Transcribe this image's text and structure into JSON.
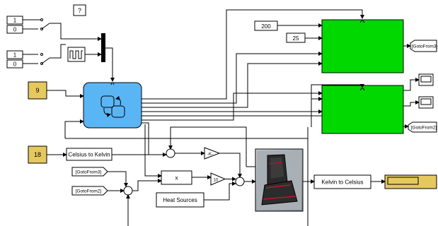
{
  "help_label": "?",
  "constants": {
    "switch1_top": "1",
    "switch1_bottom": "0",
    "switch2_top": "1",
    "switch2_bottom": "0",
    "nine": "9",
    "eighteen": "18",
    "two_hundred": "200",
    "twenty_five": "25"
  },
  "blocks": {
    "celsius_to_kelvin": "Celsius to Kelvin",
    "kelvin_to_celsius": "Kelvin to Celsius",
    "heat_sources": "Heat Sources",
    "gain_k": "-K-",
    "gain_10": "10",
    "product_x": "x",
    "goto_from3_in": "[GotoFrom3]",
    "goto_from2_in": "[GotoFrom2]",
    "goto_from3_out": "[GotoFrom3]",
    "goto_from2_out": "[GotoFrom2]"
  },
  "colors": {
    "stateflow_fill": "#5ab5f5",
    "subsystem_fill": "#00d800",
    "constant_fill": "#e6c95e",
    "display_fill": "#e6c95e",
    "line": "#000000"
  },
  "icons": {
    "pulse_generator": "pulse-wave-icon",
    "stateflow": "state-chart-icon",
    "car_seat": "car-seat-photo",
    "scope": "scope-icon"
  }
}
